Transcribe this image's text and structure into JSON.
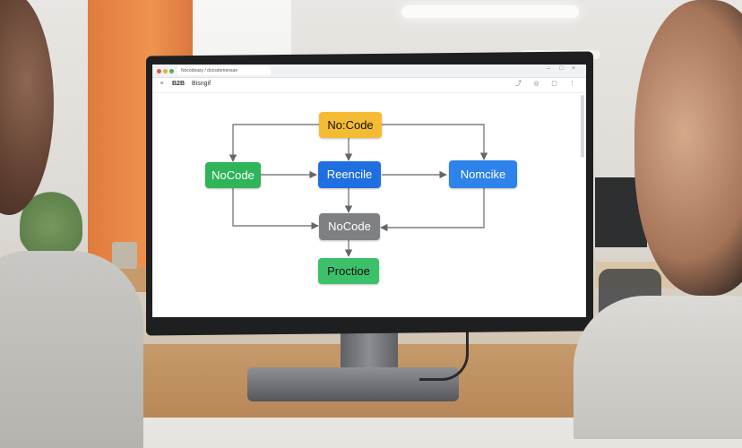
{
  "browser": {
    "tab_title": "Nocodeasy / docsdomensae",
    "window_controls": [
      "–",
      "□",
      "×"
    ],
    "toolbar_left_1": "B2B",
    "toolbar_left_2": "Bisngif",
    "toolbar_icons": [
      "share-icon",
      "bell-icon",
      "chat-icon",
      "more-icon"
    ]
  },
  "diagram": {
    "nodes": [
      {
        "id": "top",
        "label": "No:Code",
        "color": "#f5bb32"
      },
      {
        "id": "left",
        "label": "NoCode",
        "color": "#2fb45a"
      },
      {
        "id": "center",
        "label": "Reencile",
        "color": "#1f6fe0"
      },
      {
        "id": "right",
        "label": "Nomcike",
        "color": "#2d83ea"
      },
      {
        "id": "lower",
        "label": "NoCode",
        "color": "#7e8084"
      },
      {
        "id": "bottom",
        "label": "Proctioe",
        "color": "#3cc06a"
      }
    ],
    "edge_color": "#7c7f84"
  }
}
